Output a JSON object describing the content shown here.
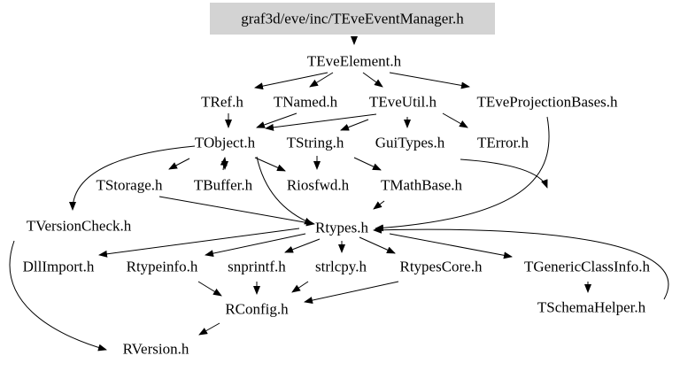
{
  "diagram": {
    "type": "include-dependency-graph",
    "nodes": [
      {
        "id": "root",
        "label": "graf3d/eve/inc/TEveEventManager.h",
        "highlighted": true
      },
      {
        "id": "teveelement",
        "label": "TEveElement.h"
      },
      {
        "id": "tref",
        "label": "TRef.h"
      },
      {
        "id": "tnamed",
        "label": "TNamed.h"
      },
      {
        "id": "teveutil",
        "label": "TEveUtil.h"
      },
      {
        "id": "teveprojectionbases",
        "label": "TEveProjectionBases.h"
      },
      {
        "id": "tobject",
        "label": "TObject.h"
      },
      {
        "id": "tstring",
        "label": "TString.h"
      },
      {
        "id": "guitypes",
        "label": "GuiTypes.h"
      },
      {
        "id": "terror",
        "label": "TError.h"
      },
      {
        "id": "tstorage",
        "label": "TStorage.h"
      },
      {
        "id": "tbuffer",
        "label": "TBuffer.h"
      },
      {
        "id": "riosfwd",
        "label": "Riosfwd.h"
      },
      {
        "id": "tmathbase",
        "label": "TMathBase.h"
      },
      {
        "id": "tversioncheck",
        "label": "TVersionCheck.h"
      },
      {
        "id": "rtypes",
        "label": "Rtypes.h"
      },
      {
        "id": "dllimport",
        "label": "DllImport.h"
      },
      {
        "id": "rtypeinfo",
        "label": "Rtypeinfo.h"
      },
      {
        "id": "snprintf",
        "label": "snprintf.h"
      },
      {
        "id": "strlcpy",
        "label": "strlcpy.h"
      },
      {
        "id": "rtypescore",
        "label": "RtypesCore.h"
      },
      {
        "id": "tgenericclassinfo",
        "label": "TGenericClassInfo.h"
      },
      {
        "id": "rconfig",
        "label": "RConfig.h"
      },
      {
        "id": "tschemahelper",
        "label": "TSchemaHelper.h"
      },
      {
        "id": "rversion",
        "label": "RVersion.h"
      }
    ],
    "edges": [
      {
        "from": "root",
        "to": "teveelement"
      },
      {
        "from": "teveelement",
        "to": "tref"
      },
      {
        "from": "teveelement",
        "to": "tnamed"
      },
      {
        "from": "teveelement",
        "to": "teveutil"
      },
      {
        "from": "teveelement",
        "to": "teveprojectionbases"
      },
      {
        "from": "tref",
        "to": "tobject"
      },
      {
        "from": "tnamed",
        "to": "tobject"
      },
      {
        "from": "teveutil",
        "to": "tobject"
      },
      {
        "from": "teveutil",
        "to": "tstring"
      },
      {
        "from": "teveutil",
        "to": "guitypes"
      },
      {
        "from": "teveutil",
        "to": "terror"
      },
      {
        "from": "teveprojectionbases",
        "to": "rtypes"
      },
      {
        "from": "tobject",
        "to": "tstorage"
      },
      {
        "from": "tobject",
        "to": "tbuffer"
      },
      {
        "from": "tobject",
        "to": "riosfwd"
      },
      {
        "from": "tobject",
        "to": "tversioncheck"
      },
      {
        "from": "tobject",
        "to": "rtypes"
      },
      {
        "from": "tstring",
        "to": "riosfwd"
      },
      {
        "from": "tstring",
        "to": "tmathbase"
      },
      {
        "from": "tbuffer",
        "to": "tobject"
      },
      {
        "from": "guitypes",
        "to": "rtypes"
      },
      {
        "from": "tstorage",
        "to": "rtypes"
      },
      {
        "from": "tmathbase",
        "to": "rtypes"
      },
      {
        "from": "rtypes",
        "to": "dllimport"
      },
      {
        "from": "rtypes",
        "to": "rtypeinfo"
      },
      {
        "from": "rtypes",
        "to": "snprintf"
      },
      {
        "from": "rtypes",
        "to": "strlcpy"
      },
      {
        "from": "rtypes",
        "to": "rtypescore"
      },
      {
        "from": "rtypes",
        "to": "tgenericclassinfo"
      },
      {
        "from": "rtypeinfo",
        "to": "rconfig"
      },
      {
        "from": "snprintf",
        "to": "rconfig"
      },
      {
        "from": "strlcpy",
        "to": "rconfig"
      },
      {
        "from": "rtypescore",
        "to": "rconfig"
      },
      {
        "from": "tgenericclassinfo",
        "to": "tschemahelper"
      },
      {
        "from": "tschemahelper",
        "to": "rtypes"
      },
      {
        "from": "rconfig",
        "to": "rversion"
      },
      {
        "from": "tversioncheck",
        "to": "rversion"
      }
    ]
  }
}
